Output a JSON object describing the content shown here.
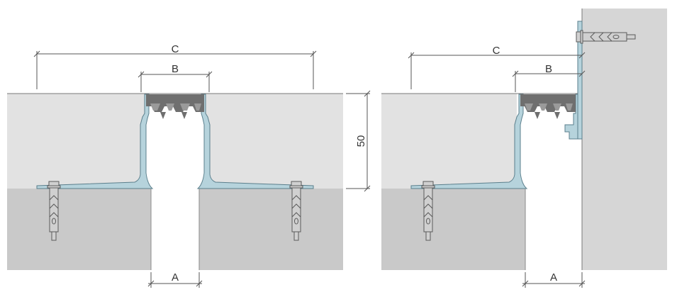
{
  "labels": {
    "a": "A",
    "b": "B",
    "c": "C",
    "height": "50"
  },
  "colors": {
    "background": "#ffffff",
    "screed": "#e2e2e2",
    "slab": "#c9c9c9",
    "wall": "#d6d6d6",
    "profile_fill": "#b6d3dc",
    "profile_stroke": "#5b7f8c",
    "insert_dark": "#6f6f6f",
    "insert_light": "#9a9a9a",
    "anchor_fill": "#d0d0d0",
    "anchor_stroke": "#5a5a5a",
    "dim_line": "#555555"
  },
  "icons": {
    "anchor": "anchor-bolt-icon",
    "wall_anchor": "wall-anchor-icon"
  }
}
